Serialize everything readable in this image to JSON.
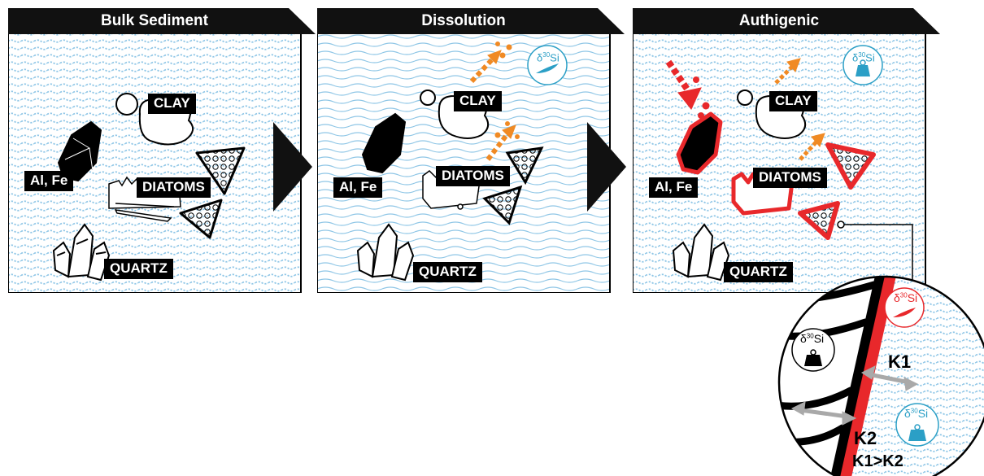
{
  "panels": [
    {
      "title": "Bulk Sediment"
    },
    {
      "title": "Dissolution"
    },
    {
      "title": "Authigenic"
    }
  ],
  "labels": {
    "clay": "CLAY",
    "alfe": "Al, Fe",
    "diatoms": "DIATOMS",
    "quartz": "QUARTZ"
  },
  "isotope": {
    "delta": "δ",
    "mass": "30",
    "element": "Si"
  },
  "zoom": {
    "k1": "K1",
    "k2": "K2",
    "relation": "K1>K2"
  },
  "colors": {
    "orange": "#F08A24",
    "red": "#E8282B",
    "blue": "#2B9FC6",
    "water": "#A9D4EC"
  },
  "icons": [
    "feather-icon",
    "weight-icon"
  ]
}
